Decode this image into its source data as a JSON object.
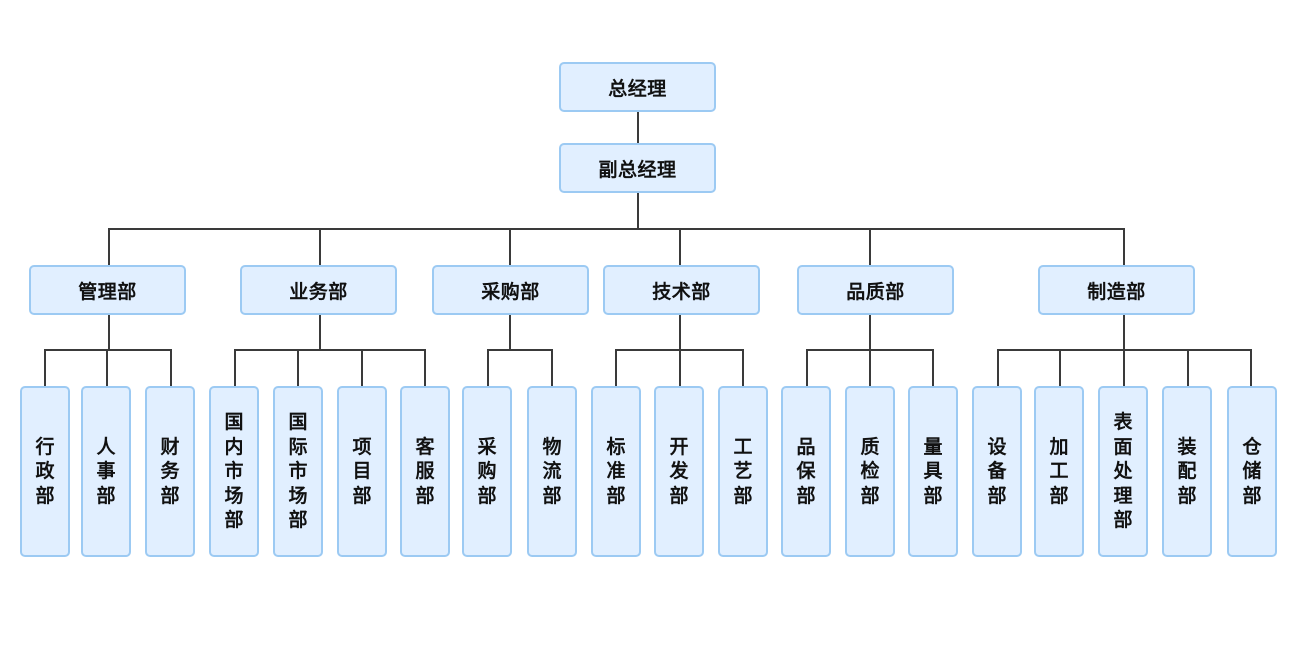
{
  "chart": {
    "root": "总经理",
    "deputy": "副总经理",
    "departments": [
      {
        "name": "管理部",
        "units": [
          "行政部",
          "人事部",
          "财务部"
        ]
      },
      {
        "name": "业务部",
        "units": [
          "国内市场部",
          "国际市场部",
          "项目部",
          "客服部"
        ]
      },
      {
        "name": "采购部",
        "units": [
          "采购部",
          "物流部"
        ]
      },
      {
        "name": "技术部",
        "units": [
          "标准部",
          "开发部",
          "工艺部"
        ]
      },
      {
        "name": "品质部",
        "units": [
          "品保部",
          "质检部",
          "量具部"
        ]
      },
      {
        "name": "制造部",
        "units": [
          "设备部",
          "加工部",
          "表面处理部",
          "装配部",
          "仓储部"
        ]
      }
    ]
  }
}
